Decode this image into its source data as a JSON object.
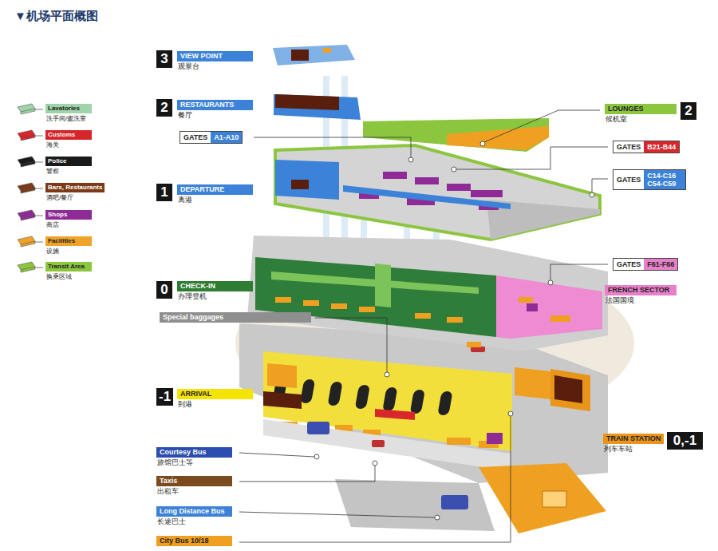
{
  "diagram": {
    "title": "▼机场平面概图",
    "nodes": [
      {
        "text": [
          "3"
        ]
      },
      {
        "text": [
          "VIEW POINT",
          "观景台"
        ]
      },
      {
        "text": [
          "2"
        ]
      },
      {
        "text": [
          "RESTAURANTS",
          "餐厅"
        ]
      },
      {
        "text": [
          "GATES",
          "A1-A10"
        ]
      },
      {
        "text": [
          "LOUNGES",
          "候机室"
        ]
      },
      {
        "text": [
          "2"
        ]
      },
      {
        "text": [
          "GATES",
          "B21-B44"
        ]
      },
      {
        "text": [
          "1"
        ]
      },
      {
        "text": [
          "DEPARTURE",
          "离港"
        ]
      },
      {
        "text": [
          "GATES",
          "C14-C16 C54-C59"
        ]
      },
      {
        "text": [
          "GATES",
          "F61-F66"
        ]
      },
      {
        "text": [
          "0"
        ]
      },
      {
        "text": [
          "CHECK-IN",
          "办理登机"
        ]
      },
      {
        "text": [
          "FRENCH SECTOR",
          "法国国境"
        ]
      },
      {
        "text": [
          "Special baggages"
        ]
      },
      {
        "text": [
          "-1"
        ]
      },
      {
        "text": [
          "ARRIVAL",
          "到港"
        ]
      },
      {
        "text": [
          "Courtesy Bus",
          "旅馆巴士等"
        ]
      },
      {
        "text": [
          "TRAIN STATION",
          "列车车站"
        ]
      },
      {
        "text": [
          "0,-1"
        ]
      },
      {
        "text": [
          "Taxis",
          "出租车"
        ]
      },
      {
        "text": [
          "Long Distance Bus",
          "长途巴士"
        ]
      },
      {
        "text": [
          "City Bus 10/18"
        ]
      }
    ],
    "labels": [
      "洗手间/盥洗室",
      "海关",
      "警察",
      "酒吧/餐厅",
      "商店",
      "设施",
      "换乘区域"
    ],
    "legend": [
      {
        "text": "Lavatories",
        "color": "#9fd3a9"
      },
      {
        "text": "Customs",
        "color": "#d7262b"
      },
      {
        "text": "Police",
        "color": "#1a1a1a"
      },
      {
        "text": "Bars, Restaurants",
        "color": "#7a3a17"
      },
      {
        "text": "Shops",
        "color": "#8e2b96"
      },
      {
        "text": "Facilities",
        "color": "#f0a32a"
      },
      {
        "text": "Transit Area",
        "color": "#8cc63f"
      }
    ]
  }
}
